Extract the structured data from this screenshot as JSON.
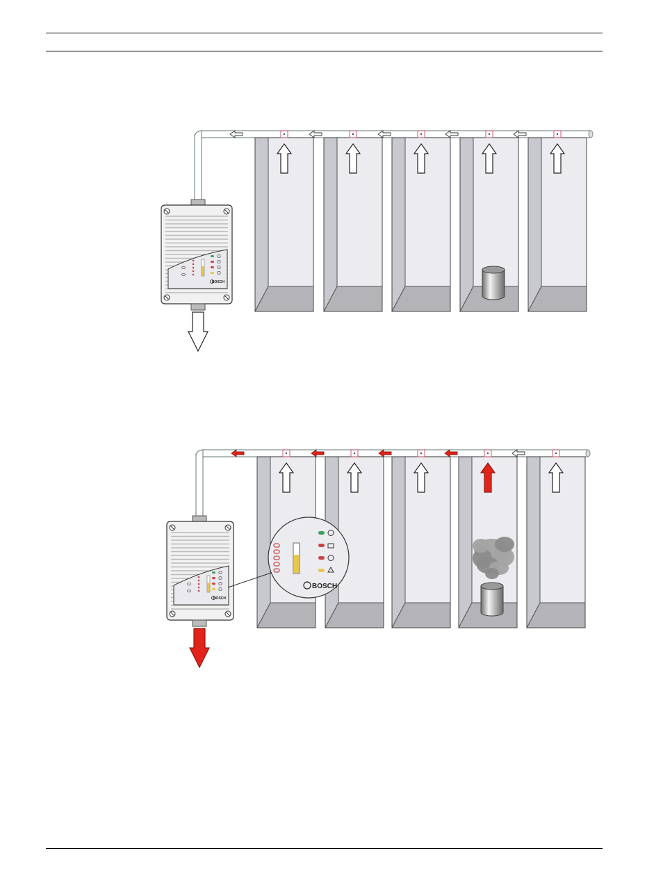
{
  "brand_label": "BOSCH",
  "colors": {
    "alarm_red": "#e2231a",
    "cabinet_face": "#ebebf0",
    "cabinet_side": "#c8c8cf",
    "cabinet_floor": "#b3b3b8",
    "pipe_edge": "#7f8c8c",
    "outline_purple": "#5a4f9a",
    "led_green": "#3ca05a",
    "led_red": "#c84646",
    "led_yellow": "#e7c64a"
  },
  "figures": [
    {
      "id": "normal-operation",
      "state": "normal",
      "fire_in_cabinet": 4,
      "alarm": false
    },
    {
      "id": "fire-detected",
      "state": "alarm",
      "fire_in_cabinet": 4,
      "alarm": true
    }
  ]
}
